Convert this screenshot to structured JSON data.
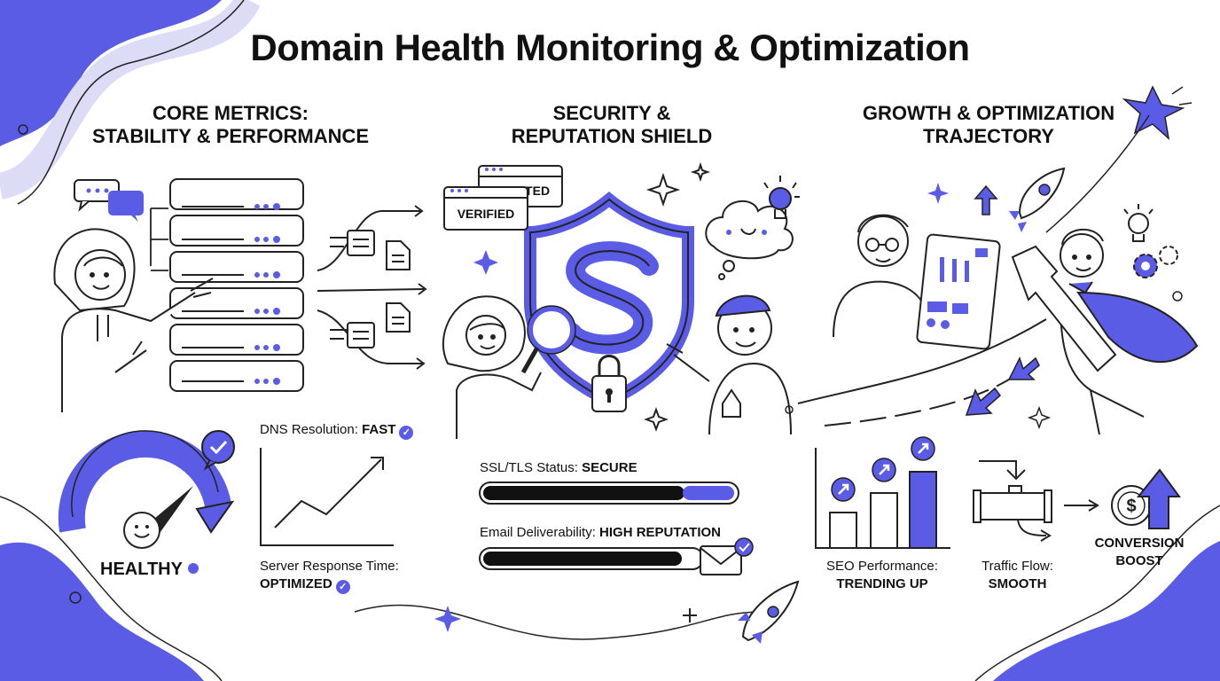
{
  "title": "Domain Health Monitoring & Optimization",
  "colors": {
    "accent": "#5b5ce6",
    "ink": "#222222",
    "background": "#ffffff"
  },
  "sections": [
    {
      "heading_line1": "CORE METRICS:",
      "heading_line2": "STABILITY & PERFORMANCE",
      "gauge_status": "HEALTHY",
      "dns_label": "DNS Resolution:",
      "dns_value": "FAST",
      "response_label": "Server Response Time:",
      "response_value": "OPTIMIZED",
      "icons": [
        "server-rack-icon",
        "chat-bubble-icon",
        "document-icon",
        "gauge-icon",
        "check-icon",
        "line-chart-icon"
      ]
    },
    {
      "heading_line1": "SECURITY &",
      "heading_line2": "REPUTATION SHIELD",
      "badge_trusted": "TRUSTED",
      "badge_verified": "VERIFIED",
      "ssl_label": "SSL/TLS Status:",
      "ssl_value": "SECURE",
      "ssl_progress": 0.8,
      "email_label": "Email Deliverability:",
      "email_value": "HIGH REPUTATION",
      "email_progress": 0.92,
      "icons": [
        "shield-icon",
        "magnifier-icon",
        "padlock-icon",
        "cloud-face-icon",
        "envelope-icon",
        "sparkle-icon"
      ]
    },
    {
      "heading_line1": "GROWTH & OPTIMIZATION",
      "heading_line2": "TRAJECTORY",
      "seo_label": "SEO Performance:",
      "seo_value": "TRENDING UP",
      "traffic_label": "Traffic Flow:",
      "traffic_value": "SMOOTH",
      "conversion_line1": "CONVERSION",
      "conversion_line2": "BOOST",
      "icons": [
        "rocket-icon",
        "star-icon",
        "lightbulb-icon",
        "gear-icon",
        "pipe-icon",
        "dollar-icon",
        "up-arrow-icon"
      ]
    }
  ]
}
